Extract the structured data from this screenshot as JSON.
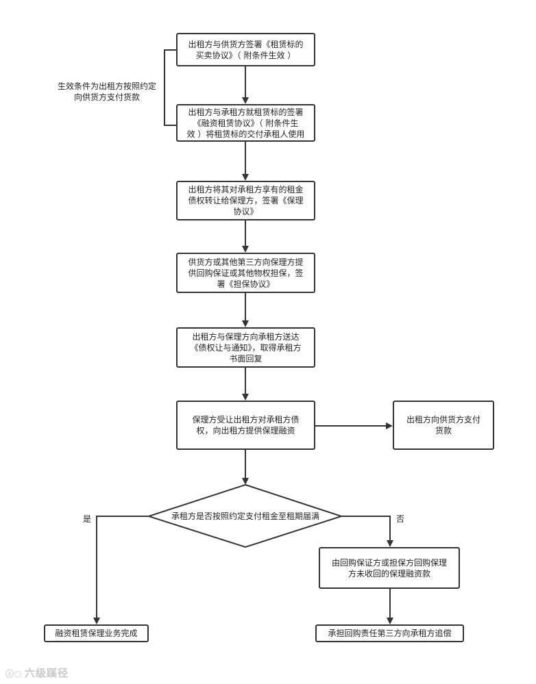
{
  "nodes": {
    "n1": "出租方与供货方签署《租赁标的\n买卖协议》（ 附条件生效 ）",
    "n2": "出租方与承租方就租赁标的签署\n《融资租赁协议》（ 附条件生\n效 ）将租赁标的交付承租人使用",
    "n3": "出租方将其对承租方享有的租金\n债权转让给保理方，签署《保理\n协议》",
    "n4": "供货方或其他第三方向保理方提\n供回购保证或其他物权担保，签\n署《担保协议》",
    "n5": "出租方与保理方向承租方送达\n《债权让与通知》，取得承租方\n书面回复",
    "n6": "保理方受让出租方对承租方债\n权，向出租方提供保理融资",
    "n7": "出租方向供货方支付\n货款",
    "decision": "承租方是否按照约定支付租金至租期届满",
    "n8": "由回购保证方或担保方回购保理\n方未收回的保理融资款",
    "end_yes": "融资租赁保理业务完成",
    "end_no": "承担回购责任第三方向承租方追偿"
  },
  "edge_labels": {
    "condition": "生效条件为出租方按照约定\n向供货方支付货款",
    "yes": "是",
    "no": "否"
  },
  "watermark": "六级蹊径",
  "colors": {
    "stroke": "#333333",
    "text": "#222222",
    "watermark": "#c9c9c9"
  }
}
